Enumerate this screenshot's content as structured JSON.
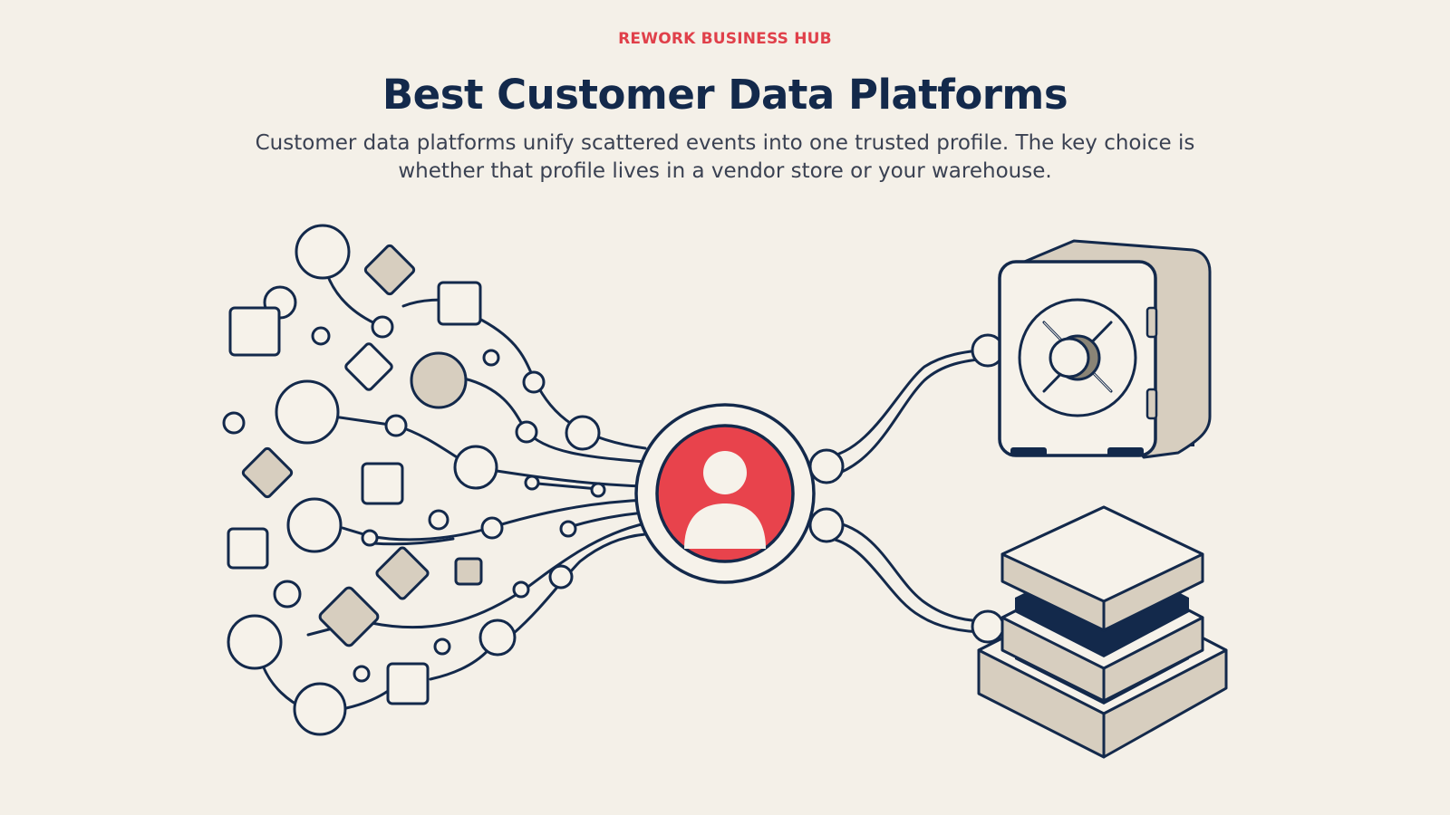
{
  "header": {
    "brand": "REWORK BUSINESS HUB",
    "title": "Best Customer Data Platforms",
    "subtitle": "Customer data platforms unify scattered events into one trusted profile. The key choice is whether that profile lives in a vendor store or your warehouse."
  },
  "colors": {
    "background": "#f4f0e8",
    "ink": "#13294b",
    "accent": "#e0404a",
    "tan": "#d7cebf"
  },
  "diagram": {
    "sources_icon": "scattered-event-nodes",
    "hub_icon": "customer-profile-icon",
    "destinations": [
      {
        "icon": "vault-safe-icon"
      },
      {
        "icon": "stacked-database-layers-icon"
      }
    ]
  }
}
